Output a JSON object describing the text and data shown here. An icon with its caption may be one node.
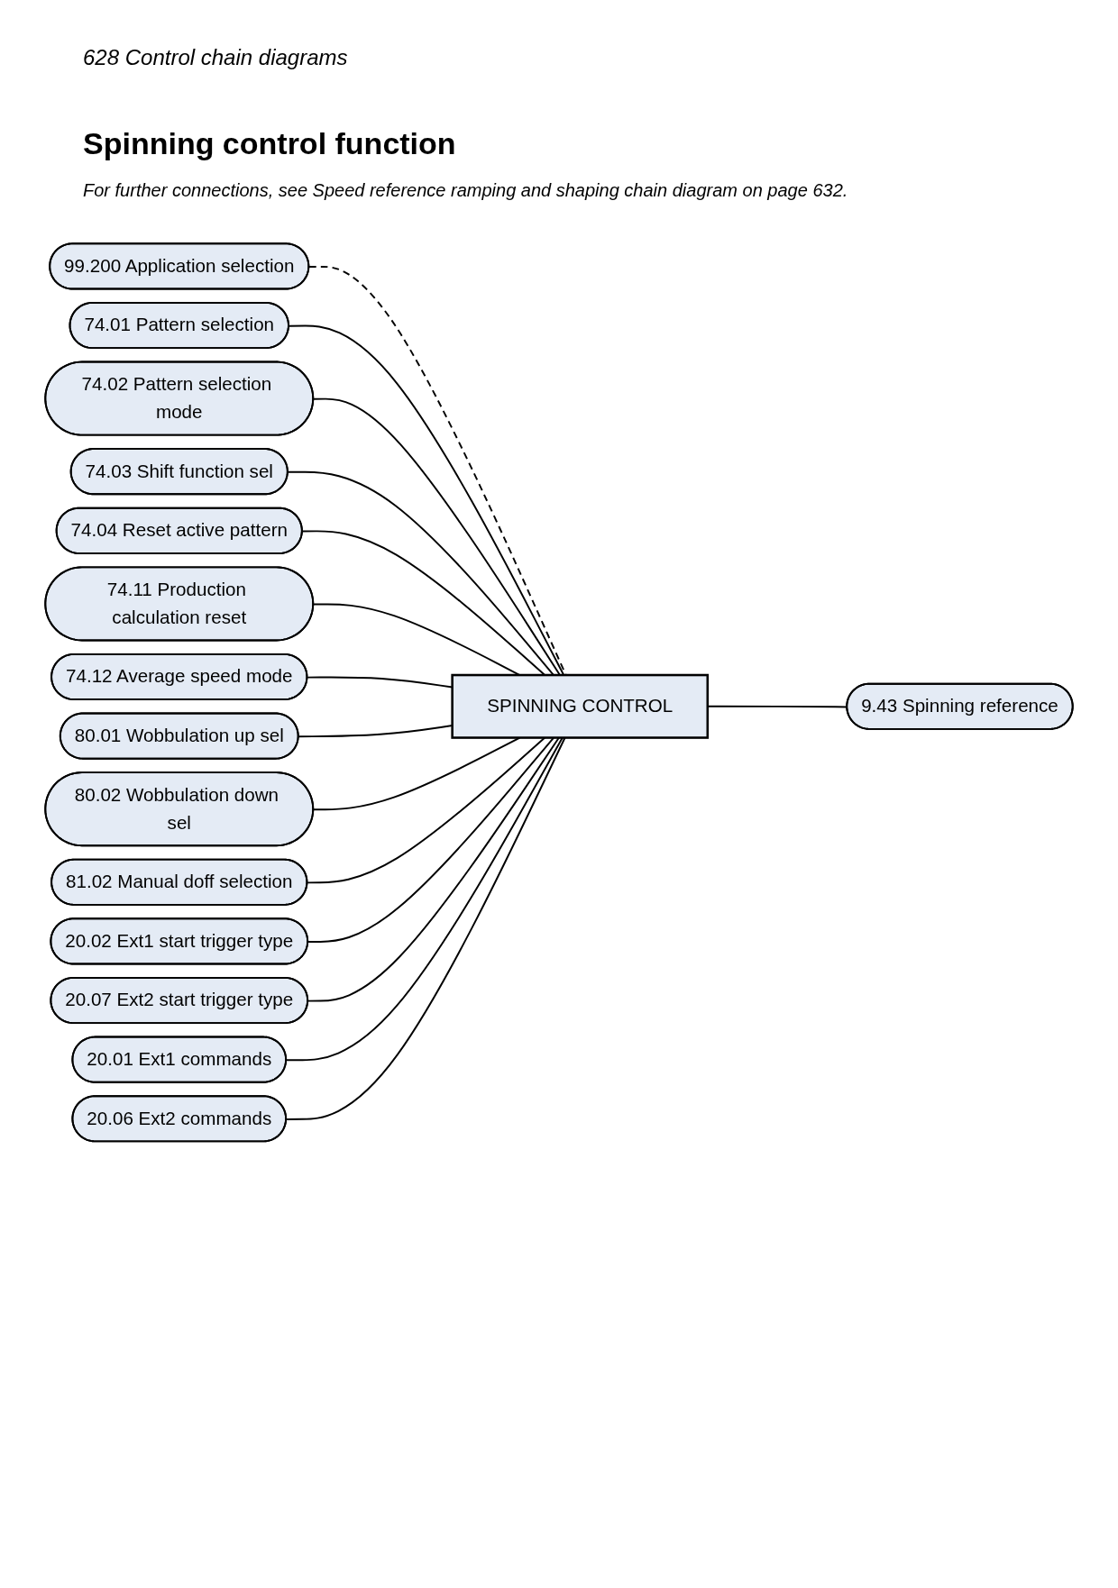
{
  "diagram": {
    "title": "Spinning control function",
    "nodes": [
      {
        "text": [
          "SPINNING CONTROL"
        ]
      },
      {
        "text": [
          "9.43 Spinning reference"
        ]
      },
      {
        "text": [
          "99.200 Application selection"
        ]
      },
      {
        "text": [
          "74.01 Pattern selection"
        ]
      },
      {
        "text": [
          "74.02 Pattern selection mode"
        ]
      },
      {
        "text": [
          "74.03 Shift function sel"
        ]
      },
      {
        "text": [
          "74.04 Reset active pattern"
        ]
      },
      {
        "text": [
          "74.11 Production calculation reset"
        ]
      },
      {
        "text": [
          "74.12 Average speed mode"
        ]
      },
      {
        "text": [
          "80.01 Wobbulation up sel"
        ]
      },
      {
        "text": [
          "80.02 Wobbulation down sel"
        ]
      },
      {
        "text": [
          "81.02 Manual doff selection"
        ]
      },
      {
        "text": [
          "20.02 Ext1 start trigger type"
        ]
      },
      {
        "text": [
          "20.07 Ext2 start trigger type"
        ]
      },
      {
        "text": [
          "20.01 Ext1 commands"
        ]
      },
      {
        "text": [
          "20.06 Ext2 commands"
        ]
      }
    ],
    "edges": [
      {
        "from": 0,
        "to": 1,
        "arrow": "none"
      },
      {
        "from": 2,
        "to": 0,
        "arrow": "none",
        "style": "dashed"
      },
      {
        "from": 3,
        "to": 0,
        "arrow": "none"
      },
      {
        "from": 4,
        "to": 0,
        "arrow": "none"
      },
      {
        "from": 5,
        "to": 0,
        "arrow": "none"
      },
      {
        "from": 6,
        "to": 0,
        "arrow": "none"
      },
      {
        "from": 7,
        "to": 0,
        "arrow": "none"
      },
      {
        "from": 8,
        "to": 0,
        "arrow": "none"
      },
      {
        "from": 9,
        "to": 0,
        "arrow": "none"
      },
      {
        "from": 10,
        "to": 0,
        "arrow": "none"
      },
      {
        "from": 11,
        "to": 0,
        "arrow": "none"
      },
      {
        "from": 12,
        "to": 0,
        "arrow": "none"
      },
      {
        "from": 13,
        "to": 0,
        "arrow": "none"
      },
      {
        "from": 14,
        "to": 0,
        "arrow": "none"
      },
      {
        "from": 15,
        "to": 0,
        "arrow": "none"
      }
    ],
    "labels": [
      "628 Control chain diagrams",
      "For further connections, see Speed reference ramping and shaping chain diagram on page 632."
    ]
  }
}
